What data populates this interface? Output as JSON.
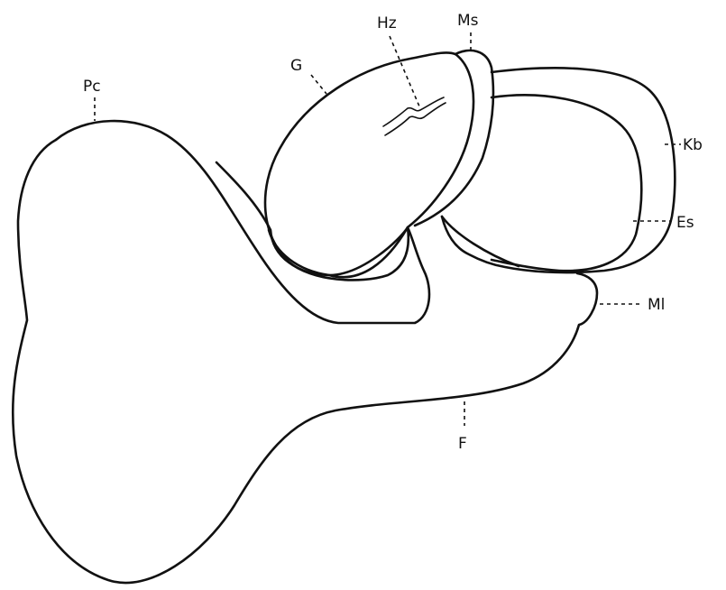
{
  "labels": {
    "pc": "Pc",
    "hz": "Hz",
    "ms": "Ms",
    "g": "G",
    "kb": "Kb",
    "es": "Es",
    "ml": "Ml",
    "f": "F"
  },
  "colors": {
    "ink": "#111111",
    "paper": "#ffffff"
  }
}
